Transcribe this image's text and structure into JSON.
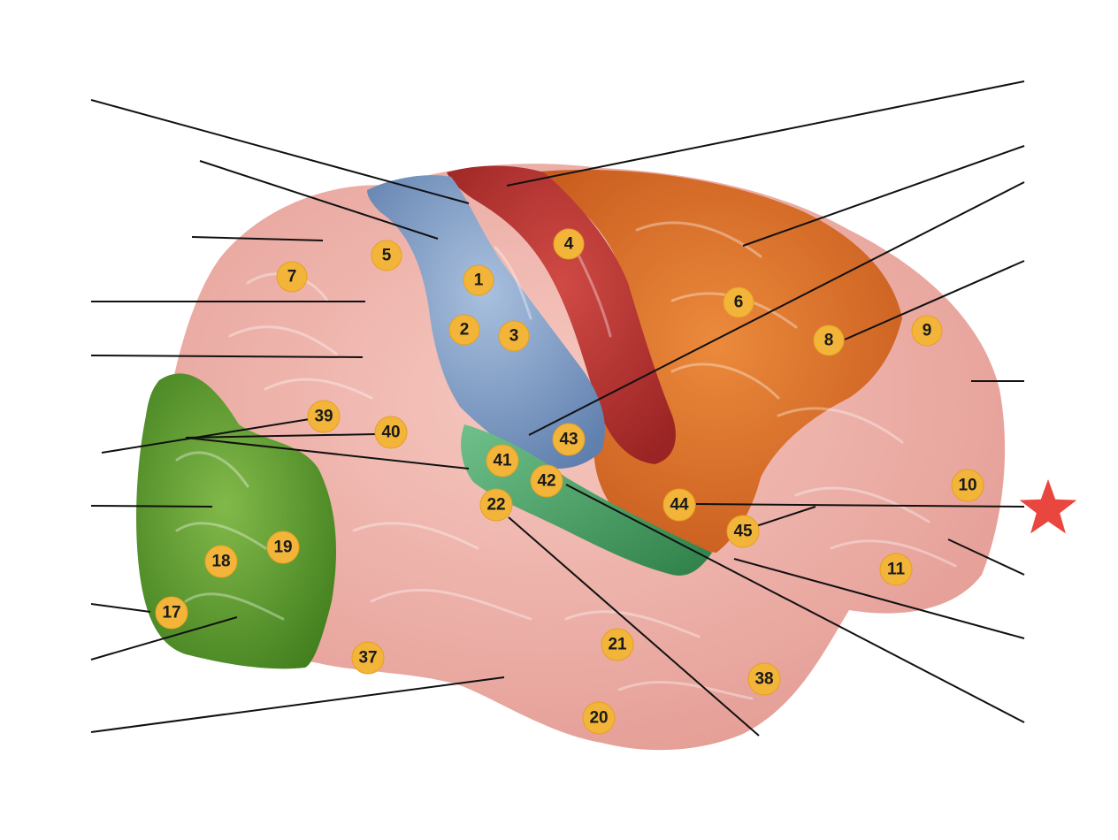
{
  "diagram": {
    "colors": {
      "background": "#ffffff",
      "cortex_pink": "#eba8a0",
      "parietal_blue": "#7f9fc6",
      "motor_red": "#b8322f",
      "premotor_orange": "#d96a1f",
      "occipital_green": "#5a9a2c",
      "insula_green": "#3f9c5a",
      "badge_fill": "#f2b53a",
      "leader_line": "#111111",
      "star": "#e8463e"
    },
    "marker": {
      "icon": "star-icon"
    },
    "labels": [
      {
        "id": "1",
        "text": "1"
      },
      {
        "id": "2",
        "text": "2"
      },
      {
        "id": "3",
        "text": "3"
      },
      {
        "id": "4",
        "text": "4"
      },
      {
        "id": "5",
        "text": "5"
      },
      {
        "id": "6",
        "text": "6"
      },
      {
        "id": "7",
        "text": "7"
      },
      {
        "id": "8",
        "text": "8"
      },
      {
        "id": "9",
        "text": "9"
      },
      {
        "id": "10",
        "text": "10"
      },
      {
        "id": "11",
        "text": "11"
      },
      {
        "id": "17",
        "text": "17"
      },
      {
        "id": "18",
        "text": "18"
      },
      {
        "id": "19",
        "text": "19"
      },
      {
        "id": "20",
        "text": "20"
      },
      {
        "id": "21",
        "text": "21"
      },
      {
        "id": "22",
        "text": "22"
      },
      {
        "id": "37",
        "text": "37"
      },
      {
        "id": "38",
        "text": "38"
      },
      {
        "id": "39",
        "text": "39"
      },
      {
        "id": "40",
        "text": "40"
      },
      {
        "id": "41",
        "text": "41"
      },
      {
        "id": "42",
        "text": "42"
      },
      {
        "id": "43",
        "text": "43"
      },
      {
        "id": "44",
        "text": "44"
      },
      {
        "id": "45",
        "text": "45"
      }
    ]
  }
}
